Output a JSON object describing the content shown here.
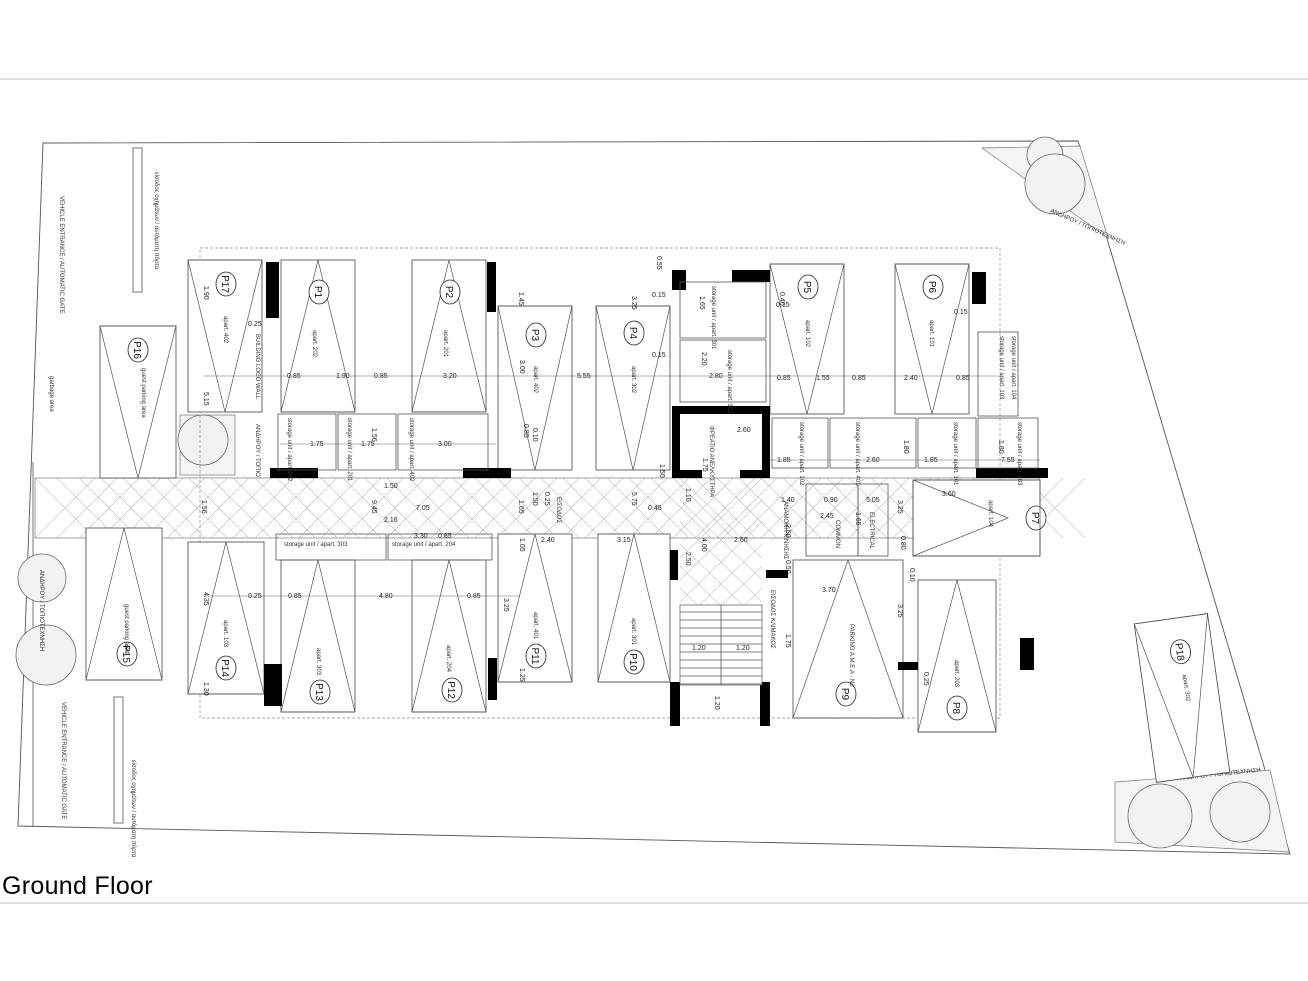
{
  "title": "Ground Floor",
  "spaces": [
    {
      "code": "P1",
      "apt": "apart. 202"
    },
    {
      "code": "P2",
      "apt": "apart. 201"
    },
    {
      "code": "P3",
      "apt": "apart. 402"
    },
    {
      "code": "P4",
      "apt": "apart. 302"
    },
    {
      "code": "P5",
      "apt": "apart. 102"
    },
    {
      "code": "P6",
      "apt": "apart. 101"
    },
    {
      "code": "P7",
      "apt": "apart. 104"
    },
    {
      "code": "P8",
      "apt": "apart. 203"
    },
    {
      "code": "P9",
      "apt": ""
    },
    {
      "code": "P10",
      "apt": "apart. 301"
    },
    {
      "code": "P11",
      "apt": "apart. 401"
    },
    {
      "code": "P12",
      "apt": "apart. 204"
    },
    {
      "code": "P13",
      "apt": "apart. 303"
    },
    {
      "code": "P14",
      "apt": "apart. 103"
    },
    {
      "code": "P15",
      "apt": "guest parking area"
    },
    {
      "code": "P16",
      "apt": "guest parking area"
    },
    {
      "code": "P17",
      "apt": "apart. 402"
    },
    {
      "code": "P18",
      "apt": "apart. 302"
    }
  ],
  "labels": {
    "entrance_top": "VEHICLE ENTRANCE / AUTOMATIC GATE",
    "entrance_top_gr": "είσοδος οχημάτων / αυτόματη πόρτα",
    "entrance_bottom": "VEHICLE ENTRANCE / AUTOMATIC GATE",
    "entrance_bottom_gr": "είσοδος οχημάτων / αυτόματη πόρτα",
    "garbage": "garbage area",
    "logo_wall": "BUILDING LOGO WALL",
    "landscape": "ΑΝΔΗΡΟΥ / ΤΟΠΙΟΤΕΧΝΗΣΗ",
    "landscape2": "ΑΝΔΗΡΟΥ / ΤΟΠΙΟΤΕΧΝΗΣΗ",
    "landscape3": "ΑΝΔΗΡΟΥ / ΤΟΠΙΟΤΕΧΝΗΣΗ",
    "landscape4": "ΑΝΔΗΡΟΥ / ΤΟΠΙΟΤΕΧΝΗΣΗ",
    "tank": "ΦΡΕΑΤΙΟ ΑΝΕΛΚΥΣΤΗΡΑ",
    "entrance_hall": "ΕΙΣΟΔΟΣ",
    "lobby": "ΑΝΑΜΟΝΗ ΚΙΝΗΣΗΣ",
    "stair_lobby": "ΕΙΣΟΔΟΣ ΚΛΙΜΑΚΟΣ",
    "common": "COMMON",
    "electrical": "ELECTRICAL",
    "disabled": "PARKING A.M.E.A - Nö"
  },
  "storage": [
    {
      "text": "storage unit / apart. 301"
    },
    {
      "text": "storage unit / apart. 302"
    },
    {
      "text": "storage unit / apart. 202"
    },
    {
      "text": "storage unit / apart. 201"
    },
    {
      "text": "storage unit / apart. 402"
    },
    {
      "text": "storage unit / apart. 102"
    },
    {
      "text": "storage unit / apart. 401"
    },
    {
      "text": "storage unit / apart. 101"
    },
    {
      "text": "storage unit / apart. 303"
    },
    {
      "text": "storage unit / apart. 204"
    },
    {
      "text": "storage unit / apart. 103"
    },
    {
      "text": "storage unit / apart. 104"
    },
    {
      "text": "storage unit / apart. 203"
    }
  ],
  "dimensions": [
    "1.90",
    "0.25",
    "5.15",
    "0.85",
    "1.90",
    "0.85",
    "3.20",
    "1.45",
    "3.00",
    "5.55",
    "3.25",
    "0.15",
    "0.55",
    "1.65",
    "0.15",
    "2.20",
    "2.80",
    "0.40",
    "0.15",
    "0.85",
    "1.55",
    "0.85",
    "2.40",
    "0.85",
    "0.15",
    "1.75",
    "1.56",
    "1.75",
    "3.00",
    "0.85",
    "0.10",
    "2.60",
    "1.75",
    "1.85",
    "2.60",
    "1.80",
    "1.85",
    "1.80",
    "7.55",
    "1.50",
    "1.56",
    "9.45",
    "7.05",
    "2.16",
    "0.25",
    "1.50",
    "1.65",
    "5.75",
    "0.45",
    "1.50",
    "1.10",
    "1.40",
    "0.90",
    "5.05",
    "3.60",
    "2.45",
    "1.65",
    "3.25",
    "0.85",
    "3.30",
    "1.05",
    "2.40",
    "3.15",
    "2.50",
    "4.00",
    "2.60",
    "0.80",
    "4.35",
    "0.25",
    "0.85",
    "4.80",
    "0.85",
    "3.25",
    "2.50",
    "0.50",
    "3.70",
    "0.10",
    "1.30",
    "1.25",
    "1.20",
    "1.20",
    "1.75",
    "1.20",
    "3.25",
    "0.25"
  ]
}
